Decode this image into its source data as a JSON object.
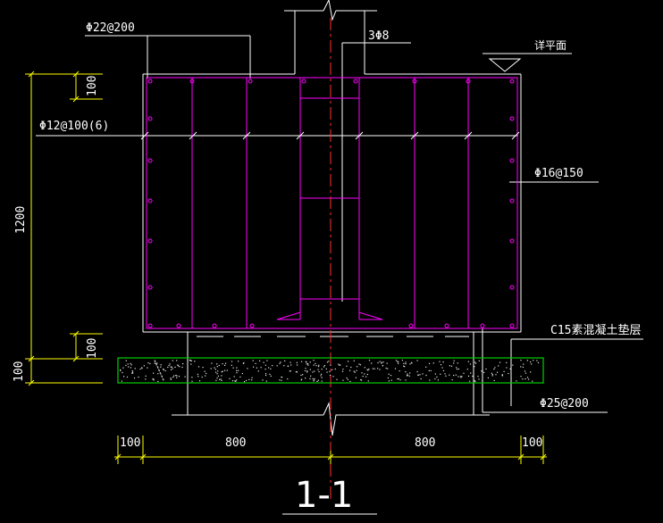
{
  "drawing": {
    "section_title": "1-1",
    "labels": {
      "top_bars": "Φ22@200",
      "stirrups": "3Φ8",
      "elevation_ref": "详平面",
      "ties": "Φ12@100(6)",
      "side_bars": "Φ16@150",
      "bedding": "C15素混凝土垫层",
      "bottom_bars": "Φ25@200"
    },
    "dimensions": {
      "vertical_top_cover": "100",
      "vertical_height": "1200",
      "vertical_bottom_cover": "100",
      "vertical_bedding": "100",
      "horizontal_left_cover": "100",
      "horizontal_left_half": "800",
      "horizontal_right_half": "800",
      "horizontal_right_cover": "100"
    },
    "colors": {
      "background": "#000000",
      "lines": "#ffffff",
      "rebar": "#ff00ff",
      "dimension": "#ffff00",
      "bedding": "#00cc00",
      "centerline": "#ff0000"
    }
  }
}
